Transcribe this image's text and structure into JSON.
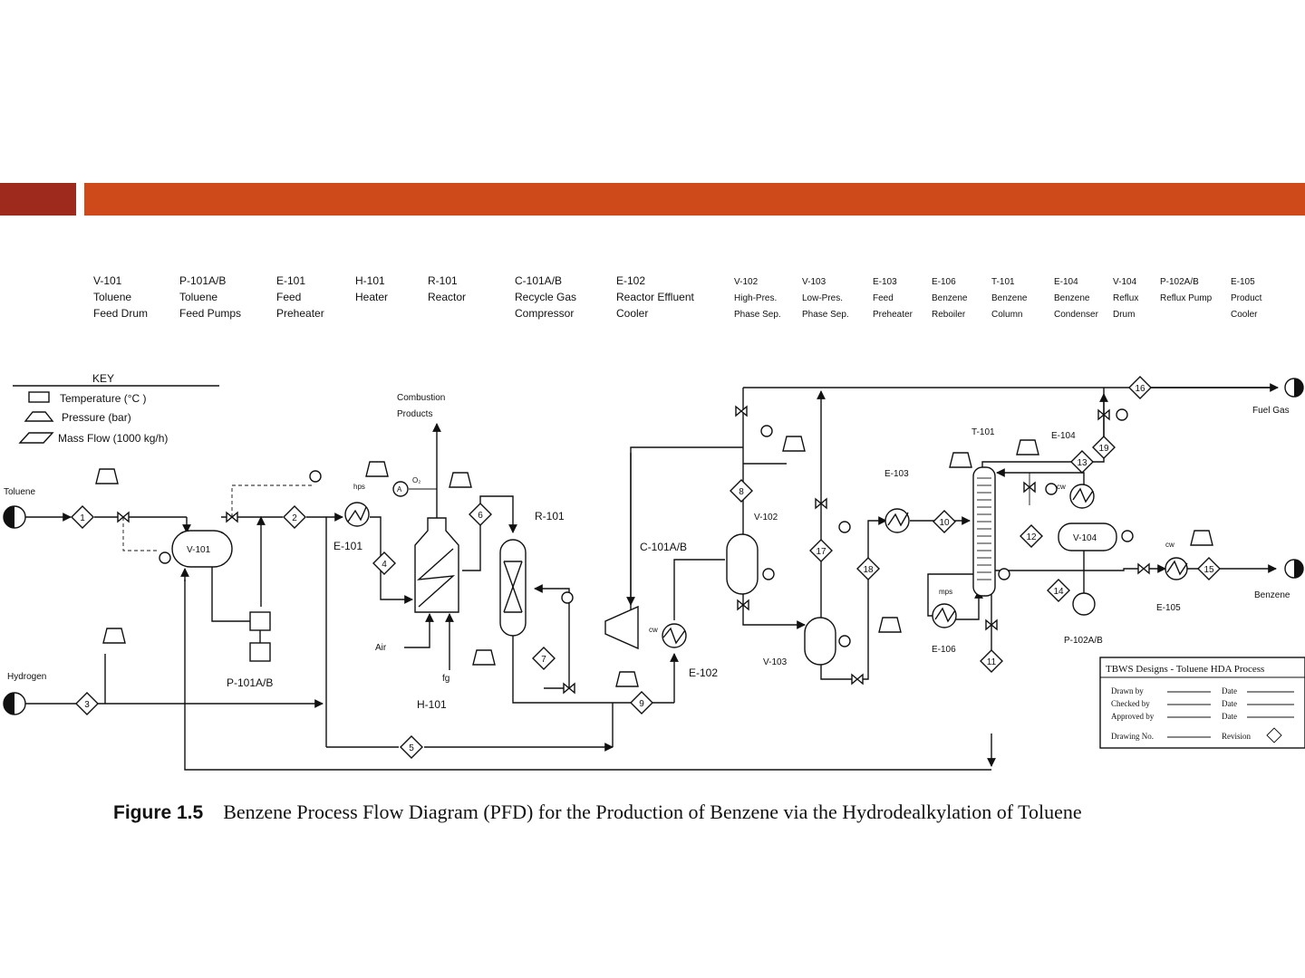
{
  "equipment_legend": [
    {
      "tag": "V-101",
      "line1": "Toluene",
      "line2": "Feed Drum"
    },
    {
      "tag": "P-101A/B",
      "line1": "Toluene",
      "line2": "Feed Pumps"
    },
    {
      "tag": "E-101",
      "line1": "Feed",
      "line2": "Preheater"
    },
    {
      "tag": "H-101",
      "line1": "Heater",
      "line2": ""
    },
    {
      "tag": "R-101",
      "line1": "Reactor",
      "line2": ""
    },
    {
      "tag": "C-101A/B",
      "line1": "Recycle Gas",
      "line2": "Compressor"
    },
    {
      "tag": "E-102",
      "line1": "Reactor Effluent",
      "line2": "Cooler"
    },
    {
      "tag": "V-102",
      "line1": "High-Pres.",
      "line2": "Phase Sep."
    },
    {
      "tag": "V-103",
      "line1": "Low-Pres.",
      "line2": "Phase Sep."
    },
    {
      "tag": "E-103",
      "line1": "Feed",
      "line2": "Preheater"
    },
    {
      "tag": "E-106",
      "line1": "Benzene",
      "line2": "Reboiler"
    },
    {
      "tag": "T-101",
      "line1": "Benzene",
      "line2": "Column"
    },
    {
      "tag": "E-104",
      "line1": "Benzene",
      "line2": "Condenser"
    },
    {
      "tag": "V-104",
      "line1": "Reflux",
      "line2": "Drum"
    },
    {
      "tag": "P-102A/B",
      "line1": "Reflux Pump",
      "line2": ""
    },
    {
      "tag": "E-105",
      "line1": "Product",
      "line2": "Cooler"
    }
  ],
  "key": {
    "title": "KEY",
    "temperature": "Temperature (°C )",
    "pressure": "Pressure (bar)",
    "mass_flow": "Mass  Flow (1000 kg/h)"
  },
  "streams_in": {
    "toluene": "Toluene",
    "hydrogen": "Hydrogen",
    "air": "Air",
    "fuel": "fg"
  },
  "streams_out": {
    "fuel_gas": "Fuel Gas",
    "benzene": "Benzene",
    "combustion_line1": "Combustion",
    "combustion_line2": "Products"
  },
  "equipment_labels": {
    "v101": "V-101",
    "p101": "P-101A/B",
    "e101": "E-101",
    "h101": "H-101",
    "r101": "R-101",
    "c101": "C-101A/B",
    "e102": "E-102",
    "v102": "V-102",
    "v103": "V-103",
    "e103": "E-103",
    "e106": "E-106",
    "t101": "T-101",
    "e104": "E-104",
    "v104": "V-104",
    "p102": "P-102A/B",
    "e105": "E-105"
  },
  "utilities": {
    "hps": "hps",
    "cw": "cw",
    "mps": "mps",
    "o2": "O₂",
    "analyzer": "A"
  },
  "stream_numbers": [
    "1",
    "2",
    "3",
    "4",
    "5",
    "6",
    "7",
    "8",
    "9",
    "10",
    "11",
    "12",
    "13",
    "14",
    "15",
    "16",
    "17",
    "18",
    "19"
  ],
  "title_block": {
    "title": "TBWS Designs  -  Toluene HDA Process",
    "drawn_by": "Drawn by",
    "checked_by": "Checked by",
    "approved_by": "Approved by",
    "drawing_no": "Drawing No.",
    "date": "Date",
    "revision": "Revision"
  },
  "caption": {
    "label": "Figure 1.5",
    "text": "Benzene Process Flow Diagram (PFD) for the Production of Benzene via the Hydrodealkylation of Toluene"
  },
  "colors": {
    "bar_dark": "#9e2a1e",
    "bar_accent": "#cf4a1a"
  }
}
